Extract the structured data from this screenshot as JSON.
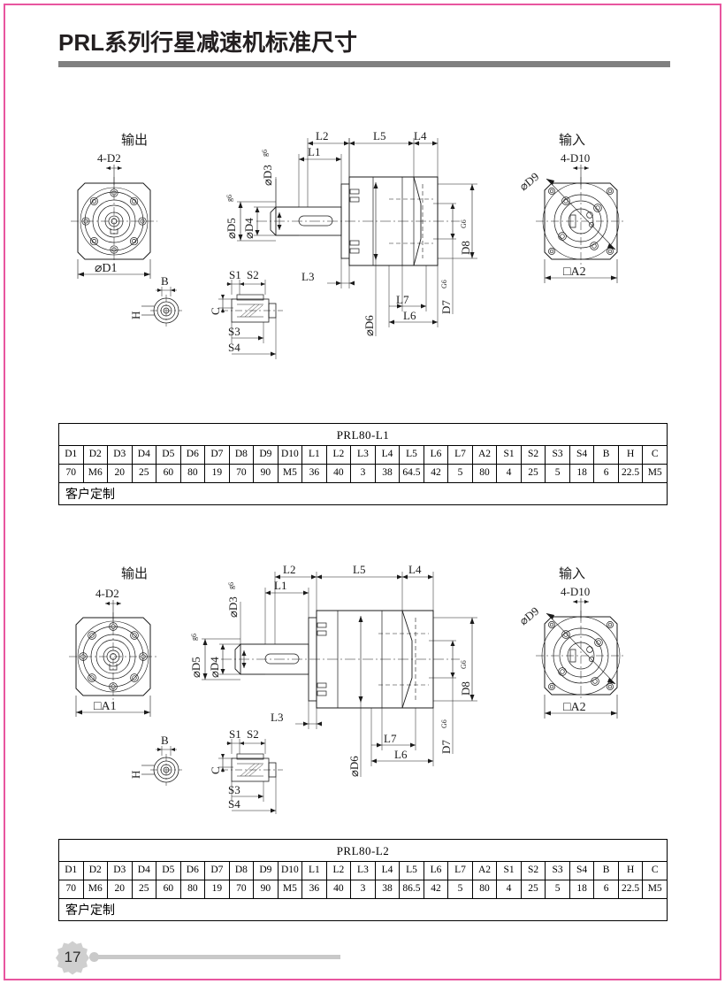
{
  "page": {
    "title": "PRL系列行星减速机标准尺寸",
    "page_number": "17",
    "border_color": "#e8559f",
    "rule_color": "#808080",
    "footer_accent_color": "#c9c9c9"
  },
  "drawings": [
    {
      "id": "drawing-top",
      "output_label": "输出",
      "input_label": "输入",
      "front_view": {
        "bolt_callout": "4-D2",
        "overall_dim": "⌀D1"
      },
      "section_view": {
        "dims": [
          "L1",
          "L2",
          "L3",
          "L4",
          "L5",
          "L6",
          "L7"
        ],
        "diameters": [
          "⌀D3 G6",
          "⌀D4",
          "⌀D5 G6",
          "⌀D6",
          "D7 G6",
          "D8 G6"
        ]
      },
      "rear_view": {
        "bolt_callout": "4-D10",
        "pitch_circle": "⌀D9",
        "overall_dim": "□A2"
      },
      "key_detail": {
        "labels": [
          "B",
          "H",
          "C",
          "S1",
          "S2",
          "S3",
          "S4"
        ]
      }
    },
    {
      "id": "drawing-bottom",
      "output_label": "输出",
      "input_label": "输入",
      "front_view": {
        "bolt_callout": "4-D2",
        "overall_dim": "□A1"
      },
      "section_view": {
        "dims": [
          "L1",
          "L2",
          "L3",
          "L4",
          "L5",
          "L6",
          "L7"
        ],
        "diameters": [
          "⌀D3 G6",
          "⌀D4",
          "⌀D5 G6",
          "⌀D6",
          "D7 G6",
          "D8 G6"
        ]
      },
      "rear_view": {
        "bolt_callout": "4-D10",
        "pitch_circle": "⌀D9",
        "overall_dim": "□A2"
      },
      "key_detail": {
        "labels": [
          "B",
          "H",
          "C",
          "S1",
          "S2",
          "S3",
          "S4"
        ]
      }
    }
  ],
  "tables": [
    {
      "id": "table-prl80-l1",
      "title": "PRL80-L1",
      "headers": [
        "D1",
        "D2",
        "D3",
        "D4",
        "D5",
        "D6",
        "D7",
        "D8",
        "D9",
        "D10",
        "L1",
        "L2",
        "L3",
        "L4",
        "L5",
        "L6",
        "L7",
        "A2",
        "S1",
        "S2",
        "S3",
        "S4",
        "B",
        "H",
        "C"
      ],
      "values": [
        "70",
        "M6",
        "20",
        "25",
        "60",
        "80",
        "19",
        "70",
        "90",
        "M5",
        "36",
        "40",
        "3",
        "38",
        "64.5",
        "42",
        "5",
        "80",
        "4",
        "25",
        "5",
        "18",
        "6",
        "22.5",
        "M5"
      ],
      "note": "客户定制"
    },
    {
      "id": "table-prl80-l2",
      "title": "PRL80-L2",
      "headers": [
        "D1",
        "D2",
        "D3",
        "D4",
        "D5",
        "D6",
        "D7",
        "D8",
        "D9",
        "D10",
        "L1",
        "L2",
        "L3",
        "L4",
        "L5",
        "L6",
        "L7",
        "A2",
        "S1",
        "S2",
        "S3",
        "S4",
        "B",
        "H",
        "C"
      ],
      "values": [
        "70",
        "M6",
        "20",
        "25",
        "60",
        "80",
        "19",
        "70",
        "90",
        "M5",
        "36",
        "40",
        "3",
        "38",
        "86.5",
        "42",
        "5",
        "80",
        "4",
        "25",
        "5",
        "18",
        "6",
        "22.5",
        "M5"
      ],
      "note": "客户定制"
    }
  ]
}
